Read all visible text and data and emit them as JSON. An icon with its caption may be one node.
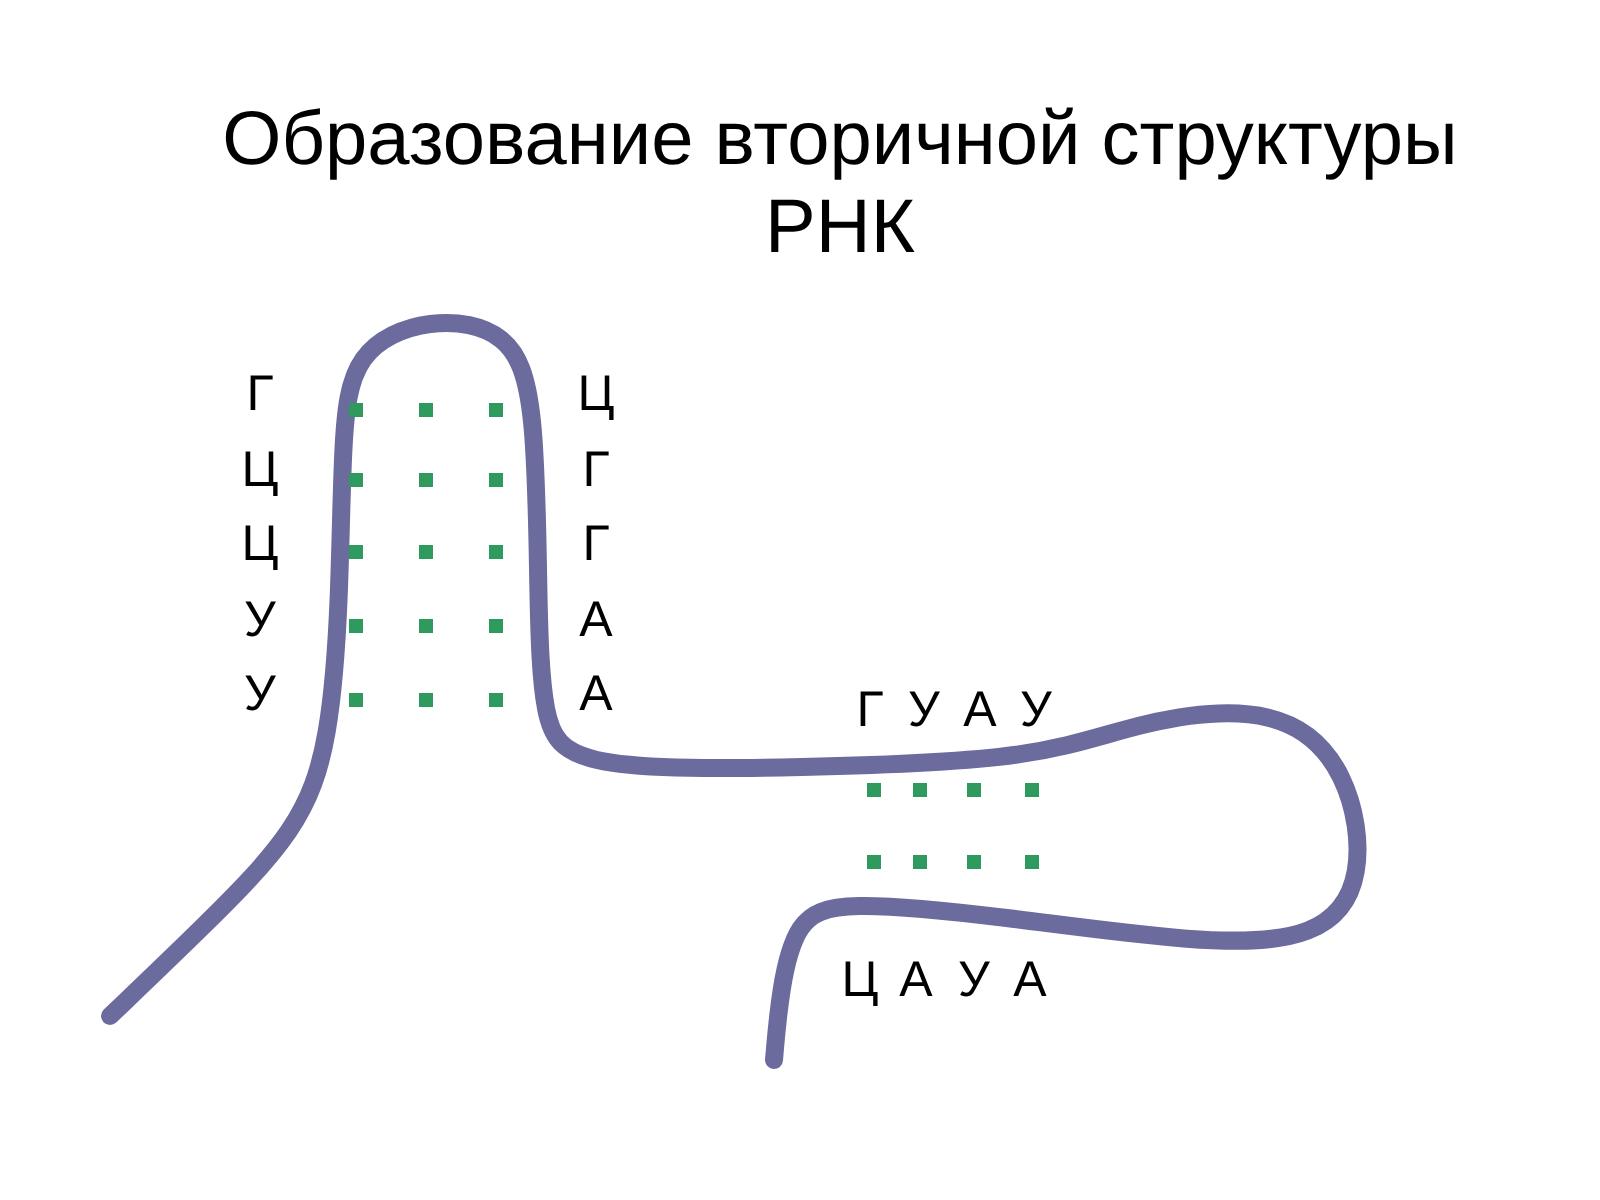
{
  "diagram": {
    "title": "Образование вторичной структуры РНК",
    "labels": [
      "Г",
      "Ц",
      "Ц",
      "Г",
      "Ц",
      "Г",
      "У",
      "А",
      "У",
      "А",
      "Г",
      "У",
      "А",
      "У",
      "Ц",
      "А",
      "У",
      "А"
    ]
  }
}
